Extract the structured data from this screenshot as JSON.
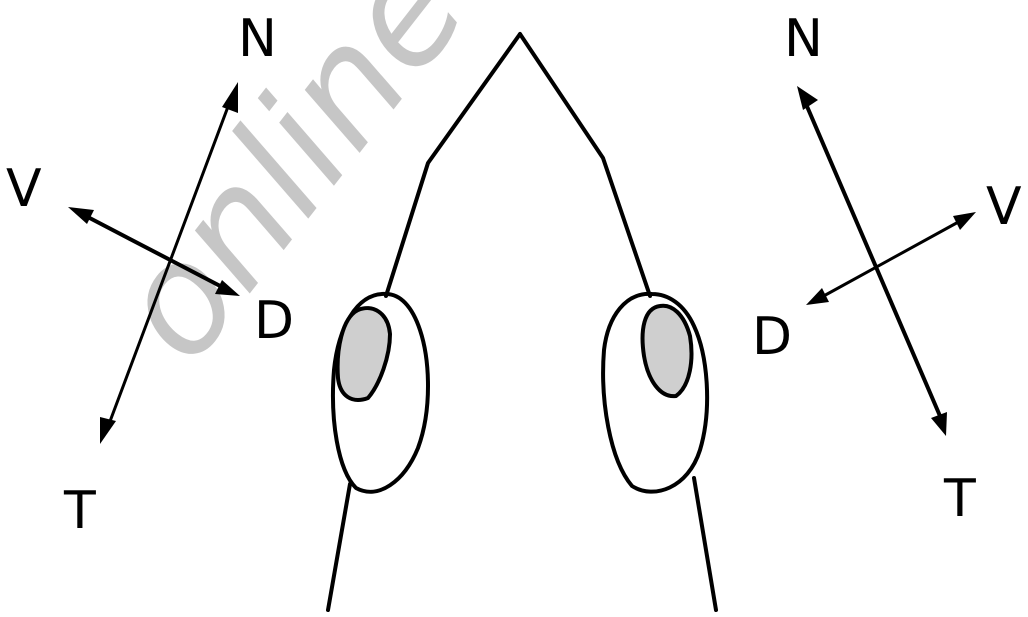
{
  "watermark": {
    "text": "online first"
  },
  "left_axes": {
    "n_label": "N",
    "t_label": "T",
    "v_label": "V",
    "d_label": "D"
  },
  "right_axes": {
    "n_label": "N",
    "t_label": "T",
    "v_label": "V",
    "d_label": "D"
  },
  "colors": {
    "line": "#000000",
    "nail_fill": "#cfcfcf",
    "background": "#ffffff",
    "watermark": "#bdbdbd"
  }
}
